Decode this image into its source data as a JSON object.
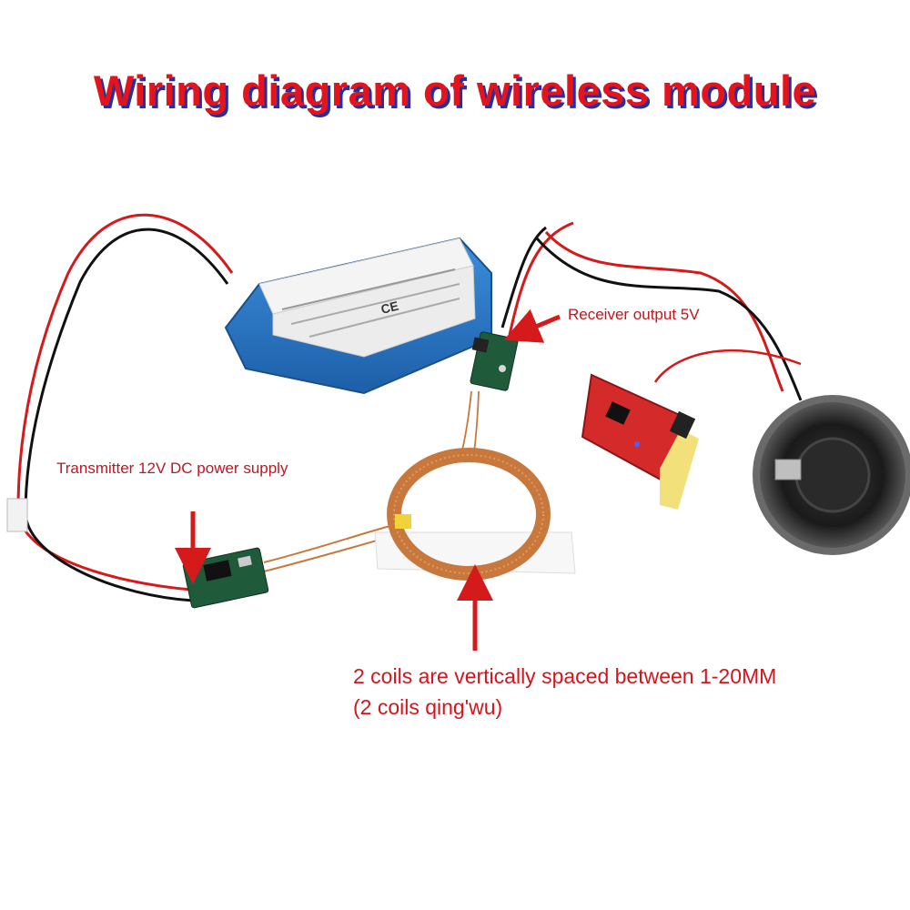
{
  "title": "Wiring diagram of wireless module",
  "labels": {
    "transmitter": "Transmitter 12V DC power supply",
    "receiver": "Receiver output 5V",
    "coil_spacing_line1": "2 coils are vertically spaced between 1-20MM",
    "coil_spacing_line2": "(2 coils qing'wu)"
  },
  "colors": {
    "title": "#e4141c",
    "title_shadow": "#2530a0",
    "annotation": "#d6141c",
    "arrow": "#d41a1a",
    "battery": "#2a78c8",
    "pcb_green": "#1f5a3a",
    "amp_board": "#d42a2a",
    "coil_copper": "#c8783c"
  },
  "icons": {
    "battery": "battery-pack-icon",
    "transmitter": "transmitter-board-icon",
    "receiver": "receiver-board-icon",
    "coil": "copper-coil-icon",
    "amplifier": "amplifier-board-icon",
    "speaker": "speaker-icon"
  }
}
